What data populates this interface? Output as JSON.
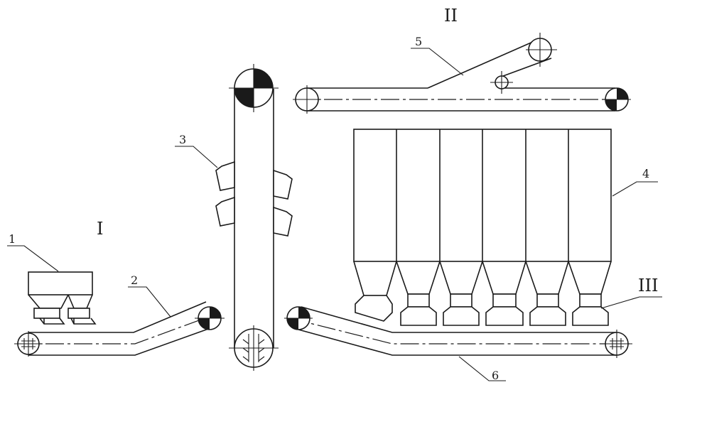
{
  "labels": {
    "stage_1": "I",
    "stage_2": "II",
    "stage_3": "III",
    "item_1": "1",
    "item_2": "2",
    "item_3": "3",
    "item_4": "4",
    "item_5": "5",
    "item_6": "6"
  },
  "silo_count": 6,
  "colors": {
    "ink": "#1a1a1a",
    "background": "#ffffff"
  }
}
